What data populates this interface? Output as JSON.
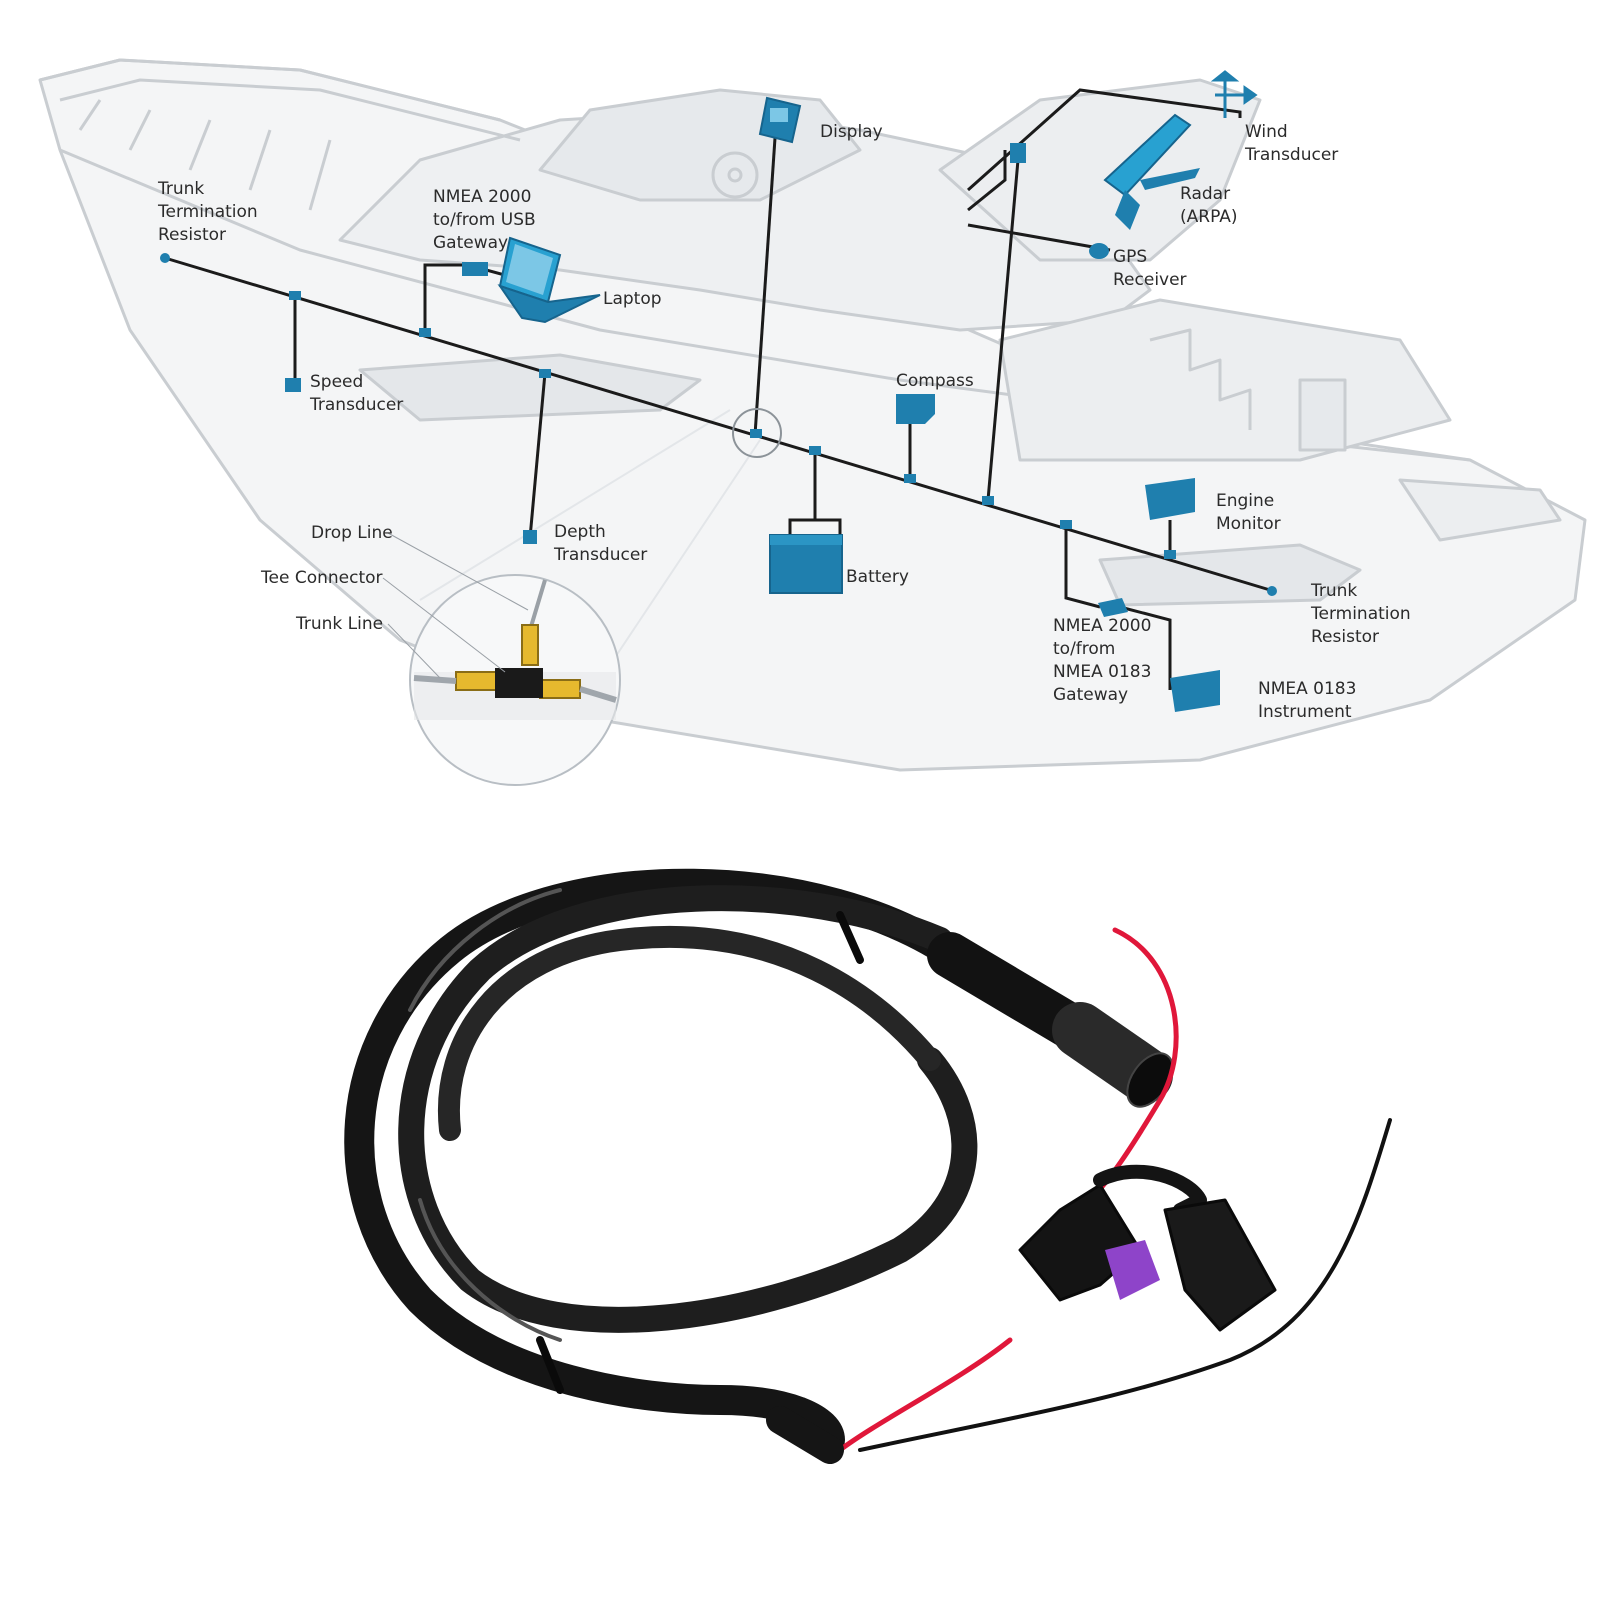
{
  "colors": {
    "device": "#1f7fae",
    "device_dark": "#16648d",
    "trunk": "#1b1b1b",
    "boat_outline": "#c9cdd1",
    "cable": "#151515",
    "red_wire": "#e0173a",
    "fuse": "#8e44c9"
  },
  "labels": {
    "trunk_term_left": [
      "Trunk",
      "Termination",
      "Resistor"
    ],
    "usb_gateway": [
      "NMEA 2000",
      "to/from USB",
      "Gateway"
    ],
    "laptop": [
      "Laptop"
    ],
    "display": [
      "Display"
    ],
    "wind": [
      "Wind",
      "Transducer"
    ],
    "radar": [
      "Radar",
      "(ARPA)"
    ],
    "gps": [
      "GPS",
      "Receiver"
    ],
    "speed": [
      "Speed",
      "Transducer"
    ],
    "compass": [
      "Compass"
    ],
    "engine": [
      "Engine",
      "Monitor"
    ],
    "drop_line": [
      "Drop Line"
    ],
    "tee_connector": [
      "Tee Connector"
    ],
    "trunk_line": [
      "Trunk Line"
    ],
    "depth": [
      "Depth",
      "Transducer"
    ],
    "battery": [
      "Battery"
    ],
    "trunk_term_right": [
      "Trunk",
      "Termination",
      "Resistor"
    ],
    "n0183_gateway": [
      "NMEA 2000",
      "to/from",
      "NMEA 0183",
      "Gateway"
    ],
    "n0183_instrument": [
      "NMEA 0183",
      "Instrument"
    ]
  },
  "icons": [
    "boat-illustration",
    "cable-photo",
    "tee-connector-detail"
  ]
}
